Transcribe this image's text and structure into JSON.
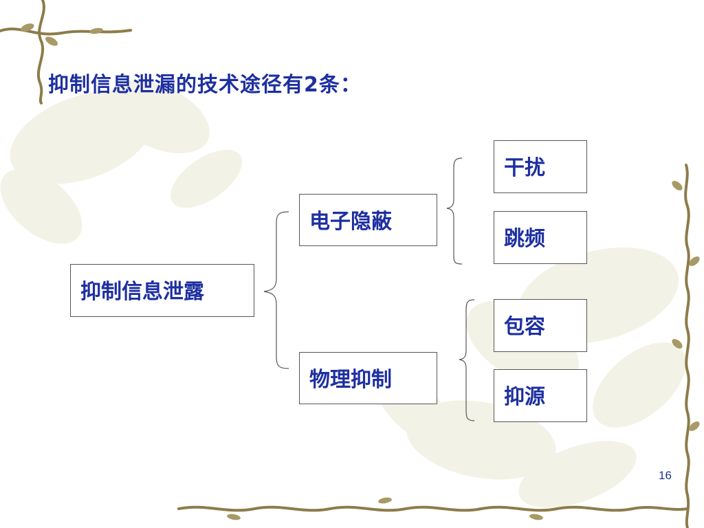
{
  "slide": {
    "title": "抑制信息泄漏的技术途径有2条：",
    "page_number": "16"
  },
  "diagram": {
    "root": "抑制信息泄露",
    "branches": [
      {
        "label": "电子隐蔽",
        "children": [
          "干扰",
          "跳频"
        ]
      },
      {
        "label": "物理抑制",
        "children": [
          "包容",
          "抑源"
        ]
      }
    ]
  },
  "colors": {
    "text": "#1e2fa0",
    "vine": "#8c7c4a",
    "leaf_wash": "#e8e6cf"
  }
}
